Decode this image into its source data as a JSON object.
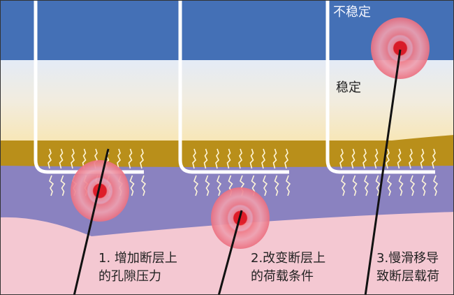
{
  "labels": {
    "unstable": "不稳定",
    "stable": "稳定"
  },
  "mechanisms": [
    {
      "line1": "1. 增加断层上",
      "line2": "的孔隙压力"
    },
    {
      "line1": "2.改变断层上",
      "line2": "的荷载条件"
    },
    {
      "line1": "3.慢滑移导",
      "line2": "致断层载荷"
    }
  ],
  "colors": {
    "blue_layer": "#4470b6",
    "cream_layer": "#f3ead0",
    "gold_layer": "#b98f1a",
    "purple_layer": "#8a82c0",
    "pink_layer": "#f4c8d2",
    "hypocenter": "#e5141c"
  }
}
